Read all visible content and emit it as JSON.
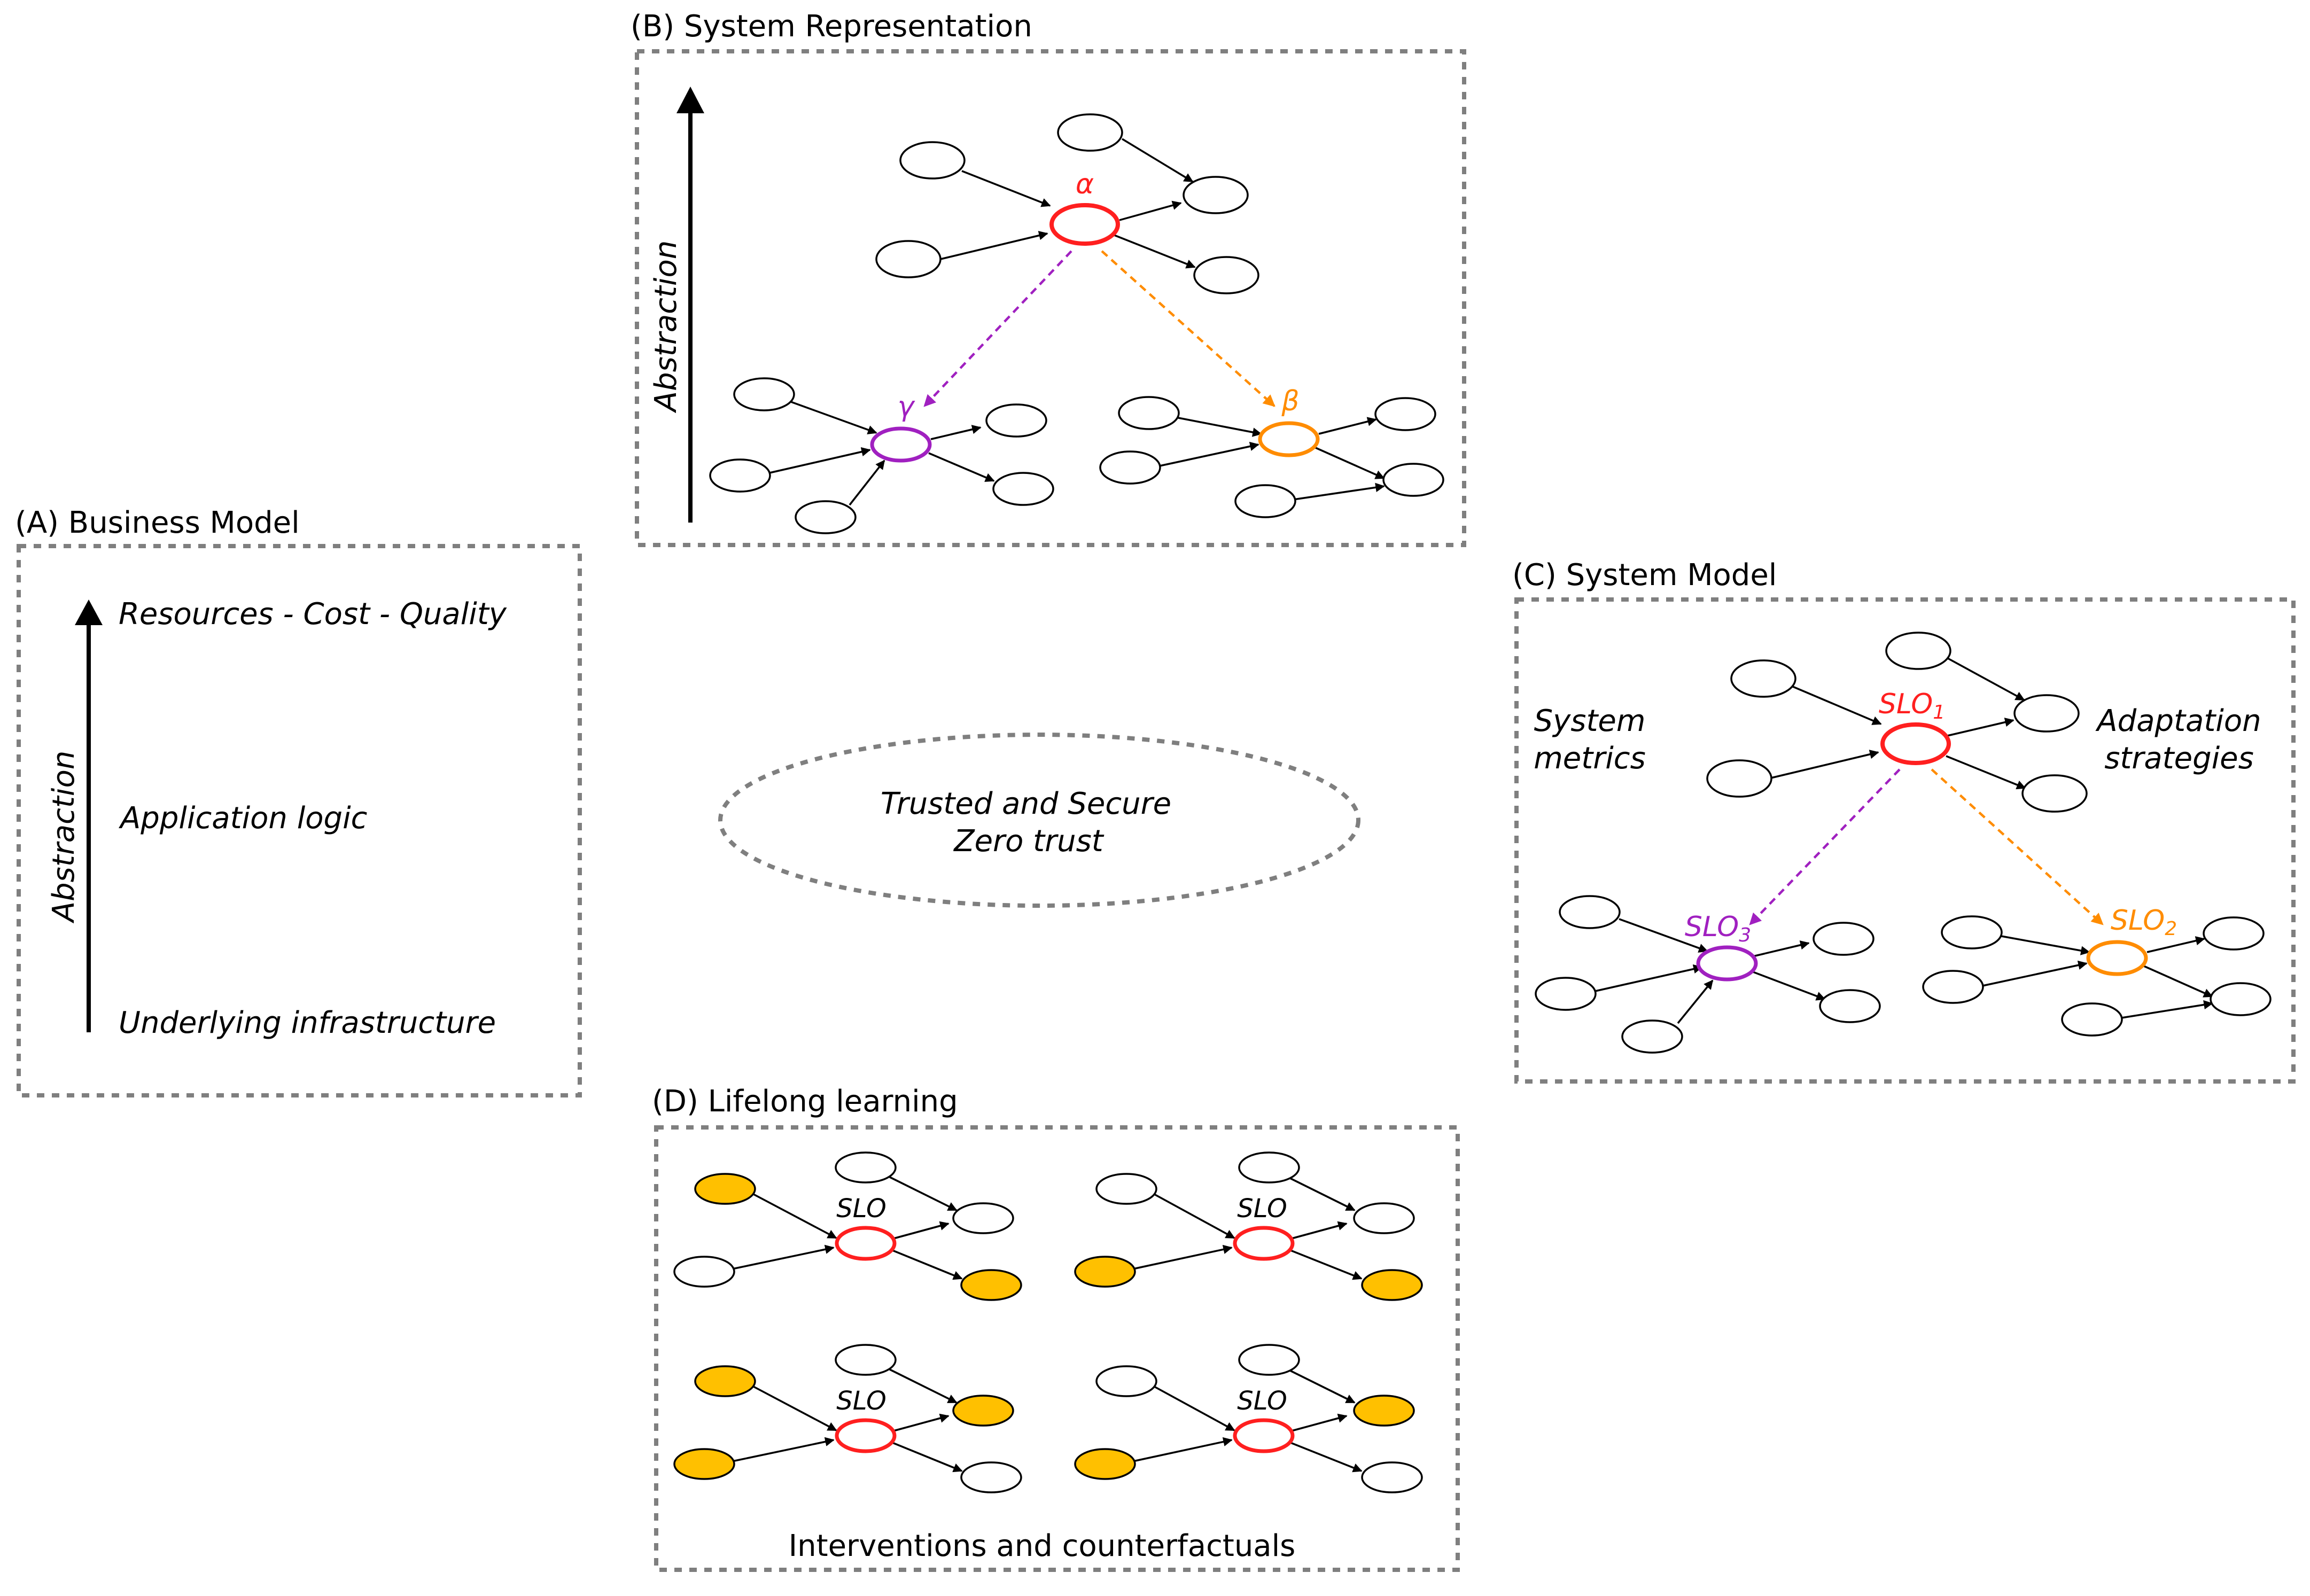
{
  "colors": {
    "alpha": "#ff1f1f",
    "gamma": "#a020c0",
    "beta": "#ff8c00",
    "intervened": "#ffc000",
    "box_border": "#7f7f7f"
  },
  "panel_a": {
    "title": "(A) Business Model",
    "axis_label": "Abstraction",
    "levels": [
      "Resources - Cost - Quality",
      "Application logic",
      "Underlying infrastructure"
    ]
  },
  "panel_b": {
    "title": "(B) System Representation",
    "axis_label": "Abstraction",
    "top_node": "α",
    "left_node": "γ",
    "right_node": "β"
  },
  "center": {
    "line1": "Trusted and Secure",
    "line2": "Zero trust"
  },
  "panel_c": {
    "title": "(C) System Model",
    "left_text": [
      "System",
      "metrics"
    ],
    "right_text": [
      "Adaptation",
      "strategies"
    ],
    "top_node": "SLO",
    "top_sub": "1",
    "left_node": "SLO",
    "left_sub": "3",
    "right_node": "SLO",
    "right_sub": "2"
  },
  "panel_d": {
    "title": "(D) Lifelong learning",
    "node_label": "SLO",
    "caption": "Interventions and counterfactuals"
  }
}
